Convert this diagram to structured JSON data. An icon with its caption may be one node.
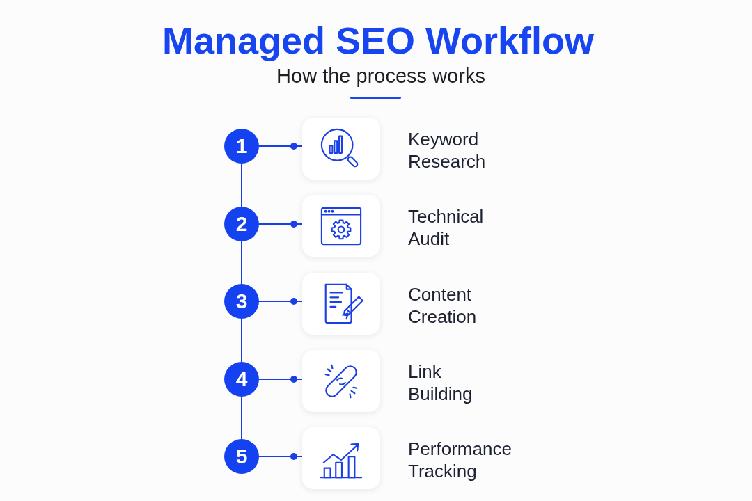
{
  "diagram": {
    "title": "Managed SEO Workflow",
    "nodes": [
      {
        "text": [
          "1"
        ]
      },
      {
        "text": [],
        "shape": "box",
        "beside": [
          "Keyword Research"
        ]
      },
      {
        "text": [
          "2"
        ]
      },
      {
        "text": [],
        "shape": "box",
        "beside": [
          "Technical Audit"
        ]
      },
      {
        "text": [
          "3"
        ]
      },
      {
        "text": [],
        "shape": "box",
        "beside": [
          "Content Creation"
        ]
      },
      {
        "text": [
          "4"
        ]
      },
      {
        "text": [],
        "shape": "box",
        "beside": [
          "Link Building"
        ]
      },
      {
        "text": [
          "5"
        ]
      },
      {
        "text": [],
        "shape": "box",
        "beside": [
          "Performance Tracking"
        ]
      }
    ],
    "edges": [
      {
        "from": 0,
        "to": 1,
        "arrow": "other"
      },
      {
        "from": 0,
        "to": 2,
        "arrow": "none"
      },
      {
        "from": 2,
        "to": 3,
        "arrow": "other"
      },
      {
        "from": 2,
        "to": 4,
        "arrow": "none"
      },
      {
        "from": 4,
        "to": 5,
        "arrow": "other"
      },
      {
        "from": 4,
        "to": 6,
        "arrow": "none"
      },
      {
        "from": 6,
        "to": 7,
        "arrow": "other"
      },
      {
        "from": 6,
        "to": 8,
        "arrow": "none"
      },
      {
        "from": 8,
        "to": 9,
        "arrow": "other"
      }
    ],
    "labels": [
      "How the process works"
    ]
  }
}
